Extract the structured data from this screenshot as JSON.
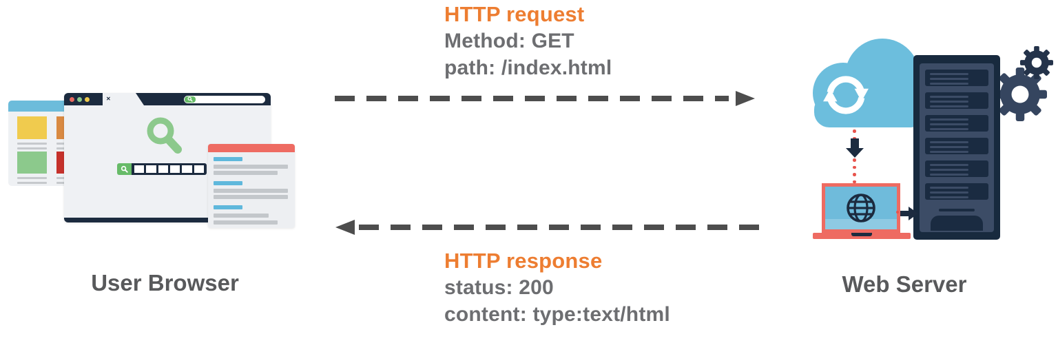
{
  "diagram": {
    "request": {
      "title": "HTTP request",
      "method_line": "Method: GET",
      "path_line": "path: /index.html"
    },
    "response": {
      "title": "HTTP response",
      "status_line": "status: 200",
      "content_line": "content: type:text/html"
    },
    "labels": {
      "left": "User Browser",
      "right": "Web Server"
    }
  },
  "icons": {
    "close_glyph": "✕",
    "browser_search": "magnifier",
    "cloud_sync": "circular-sync-arrows",
    "laptop_globe": "globe",
    "server_gears": "gears",
    "request_arrow": "dashed-arrow-right",
    "response_arrow": "dashed-arrow-left"
  },
  "colors": {
    "accent_orange": "#ED7D31",
    "body_text_gray": "#6D6E71",
    "label_gray": "#58595B",
    "arrow_gray": "#4D4D4D",
    "navy": "#1C2B3F",
    "tower_panel_navy": "#3C4C66",
    "cloud_blue": "#6CBEDD",
    "bar_blue": "#5FB8DC",
    "green": "#8CC98C",
    "chip_green": "#67BB68",
    "salmon": "#EE6B62",
    "block_yellow": "#F0CB4E",
    "block_orange": "#D98A42",
    "block_red": "#C5312B",
    "panel_gray": "#EFF1F4",
    "bar_gray": "#C3C7CB",
    "dot_red": "#E8544D"
  }
}
